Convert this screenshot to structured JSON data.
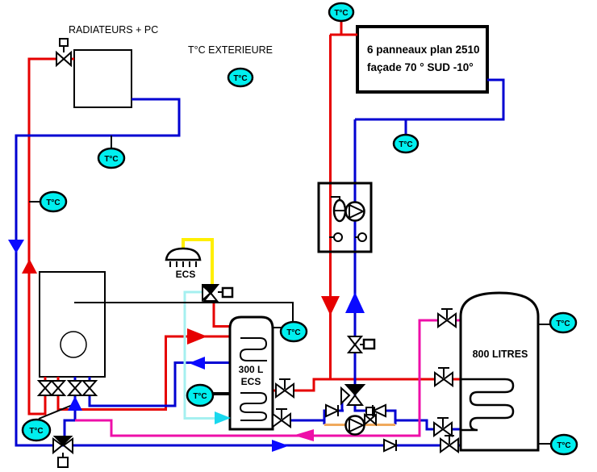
{
  "labels": {
    "radiators": "RADIATEURS + PC",
    "exterior": "T°C EXTERIEURE",
    "collector_line1": "6 panneaux plan 2510",
    "collector_line2": "façade 70 ° SUD -10°",
    "ecs": "ECS",
    "tank300_l1": "300 L",
    "tank300_l2": "ECS",
    "tank800": "800 LITRES",
    "sensor": "T°C"
  },
  "colors": {
    "pipe_hot": "#e60000",
    "pipe_return": "#0000d2",
    "arrow_blue": "#0a0aff",
    "pipe_buffer_charge": "#ee0fa8",
    "pipe_cold_water": "#a5f0f0",
    "cold_arrow": "#18d8ee",
    "pipe_dhw_mixed": "#ffef00",
    "pipe_pump_loop": "#f0a95c",
    "sensor_fill": "#00efef",
    "line_black": "#000000"
  },
  "sensor_count": 10
}
